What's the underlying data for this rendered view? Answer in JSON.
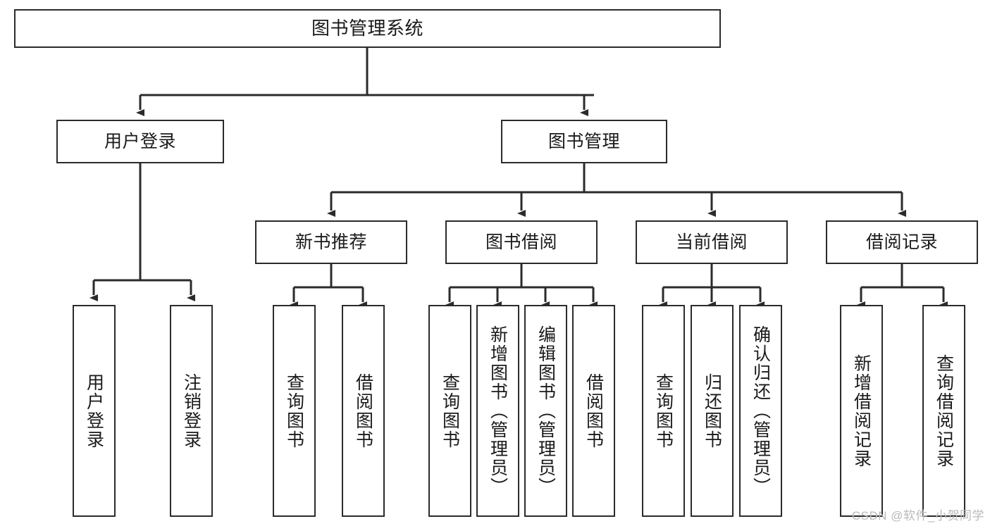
{
  "diagram": {
    "title": "图书管理系统",
    "type": "tree",
    "stroke_color": "#2b2b2b",
    "fill_color": "#ffffff",
    "text_color": "#1a1a1a",
    "root": {
      "id": "root",
      "label": "图书管理系统"
    },
    "level2": [
      {
        "id": "login",
        "label": "用户登录"
      },
      {
        "id": "bookmgmt",
        "label": "图书管理"
      }
    ],
    "level3": [
      {
        "id": "newbook",
        "label": "新书推荐",
        "parent": "bookmgmt"
      },
      {
        "id": "borrow",
        "label": "图书借阅",
        "parent": "bookmgmt"
      },
      {
        "id": "current",
        "label": "当前借阅",
        "parent": "bookmgmt"
      },
      {
        "id": "records",
        "label": "借阅记录",
        "parent": "bookmgmt"
      }
    ],
    "leaves": [
      {
        "id": "leaf-user-login",
        "label": "用户登录",
        "parent": "login"
      },
      {
        "id": "leaf-user-logout",
        "label": "注销登录",
        "parent": "login"
      },
      {
        "id": "leaf-nb-query",
        "label": "查询图书",
        "parent": "newbook"
      },
      {
        "id": "leaf-nb-borrow",
        "label": "借阅图书",
        "parent": "newbook"
      },
      {
        "id": "leaf-bw-query",
        "label": "查询图书",
        "parent": "borrow"
      },
      {
        "id": "leaf-bw-add",
        "label": "新增图书（管理员）",
        "parent": "borrow"
      },
      {
        "id": "leaf-bw-edit",
        "label": "编辑图书（管理员）",
        "parent": "borrow"
      },
      {
        "id": "leaf-bw-borrow",
        "label": "借阅图书",
        "parent": "borrow"
      },
      {
        "id": "leaf-cur-query",
        "label": "查询图书",
        "parent": "current"
      },
      {
        "id": "leaf-cur-return",
        "label": "归还图书",
        "parent": "current"
      },
      {
        "id": "leaf-cur-confirm",
        "label": "确认归还（管理员）",
        "parent": "current"
      },
      {
        "id": "leaf-rec-add",
        "label": "新增借阅记录",
        "parent": "records"
      },
      {
        "id": "leaf-rec-query",
        "label": "查询借阅记录",
        "parent": "records"
      }
    ]
  },
  "watermark": {
    "text": "CSDN @软件_小贺同学"
  }
}
